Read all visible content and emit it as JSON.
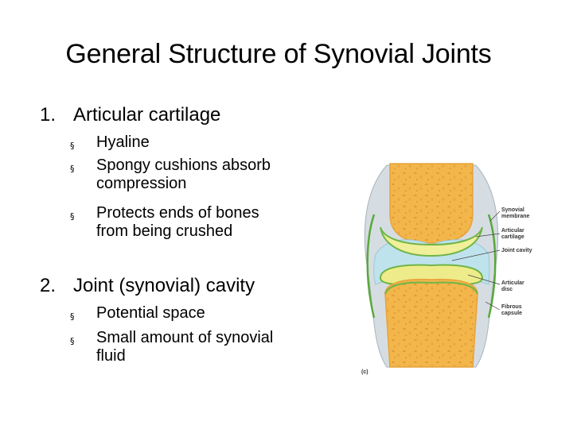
{
  "slide": {
    "title": "General Structure of Synovial Joints",
    "items": [
      {
        "number": "1.",
        "label": "Articular cartilage",
        "bullets": [
          {
            "lines": [
              "Hyaline"
            ]
          },
          {
            "lines": [
              "Spongy cushions absorb",
              "compression"
            ]
          },
          {
            "lines": [
              "Protects ends of bones",
              "from being crushed"
            ]
          }
        ]
      },
      {
        "number": "2.",
        "label": "Joint (synovial) cavity",
        "bullets": [
          {
            "lines": [
              "Potential space"
            ]
          },
          {
            "lines": [
              "Small amount of synovial",
              "fluid"
            ]
          }
        ]
      }
    ],
    "bullet_glyph": "§"
  },
  "figure": {
    "labels": {
      "synovial_membrane": [
        "Synovial",
        "membrane"
      ],
      "articular_cartilage": [
        "Articular",
        "cartilage"
      ],
      "joint_cavity": [
        "Joint cavity"
      ],
      "articular_disc": [
        "Articular",
        "disc"
      ],
      "fibrous_capsule": [
        "Fibrous",
        "capsule"
      ]
    },
    "panel_letter": "(c)",
    "colors": {
      "bone": "#f2b64a",
      "bone_edge": "#e8a23a",
      "cartilage": "#f0ef9a",
      "membrane": "#7fc05a",
      "cavity": "#bfe3ec",
      "capsule": "#d6dde2"
    }
  }
}
